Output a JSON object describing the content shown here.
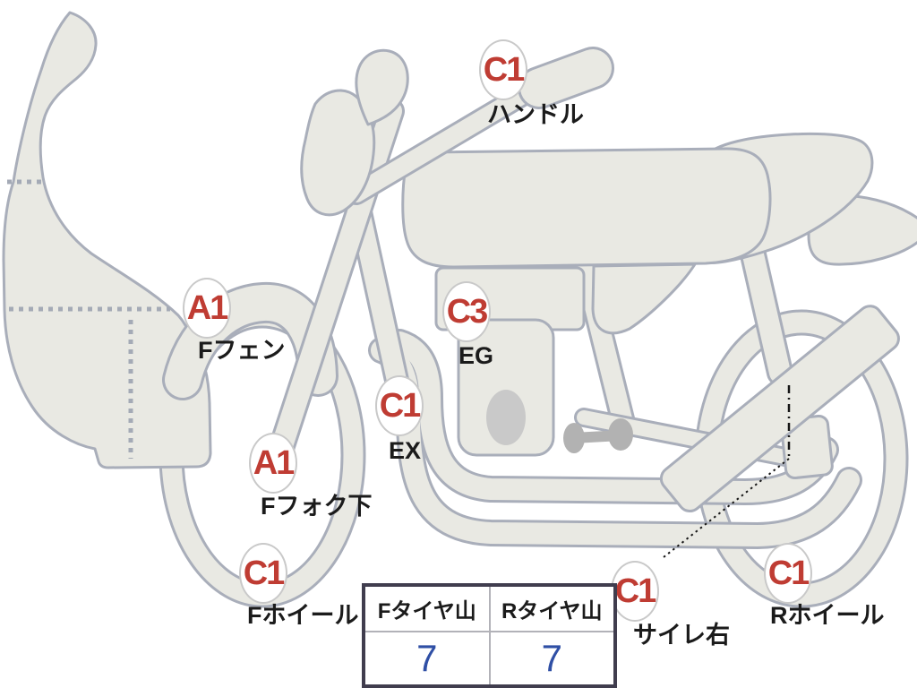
{
  "diagram": {
    "title": "motorcycle-condition-diagram",
    "markers": [
      {
        "id": "handlebar",
        "grade": "C1",
        "label": "ハンドル"
      },
      {
        "id": "front-fender",
        "grade": "A1",
        "label": "Fフェン"
      },
      {
        "id": "engine",
        "grade": "C3",
        "label": "EG"
      },
      {
        "id": "exhaust",
        "grade": "C1",
        "label": "EX"
      },
      {
        "id": "front-fork-lower",
        "grade": "A1",
        "label": "Fフォク下"
      },
      {
        "id": "front-wheel",
        "grade": "C1",
        "label": "Fホイール"
      },
      {
        "id": "silencer-right",
        "grade": "C1",
        "label": "サイレ右"
      },
      {
        "id": "rear-wheel",
        "grade": "C1",
        "label": "Rホイール"
      }
    ],
    "tire_table": {
      "front": {
        "header": "Fタイヤ山",
        "value": "7"
      },
      "rear": {
        "header": "Rタイヤ山",
        "value": "7"
      }
    },
    "colors": {
      "grade_text": "#bf3c33",
      "tire_value_text": "#2f4fa5",
      "body_fill": "#e9e9e3",
      "outline": "#a9aeba",
      "table_outer_border": "#403d4e",
      "table_inner_border": "#b2b2b8",
      "label_text": "#1b1b1b"
    }
  }
}
